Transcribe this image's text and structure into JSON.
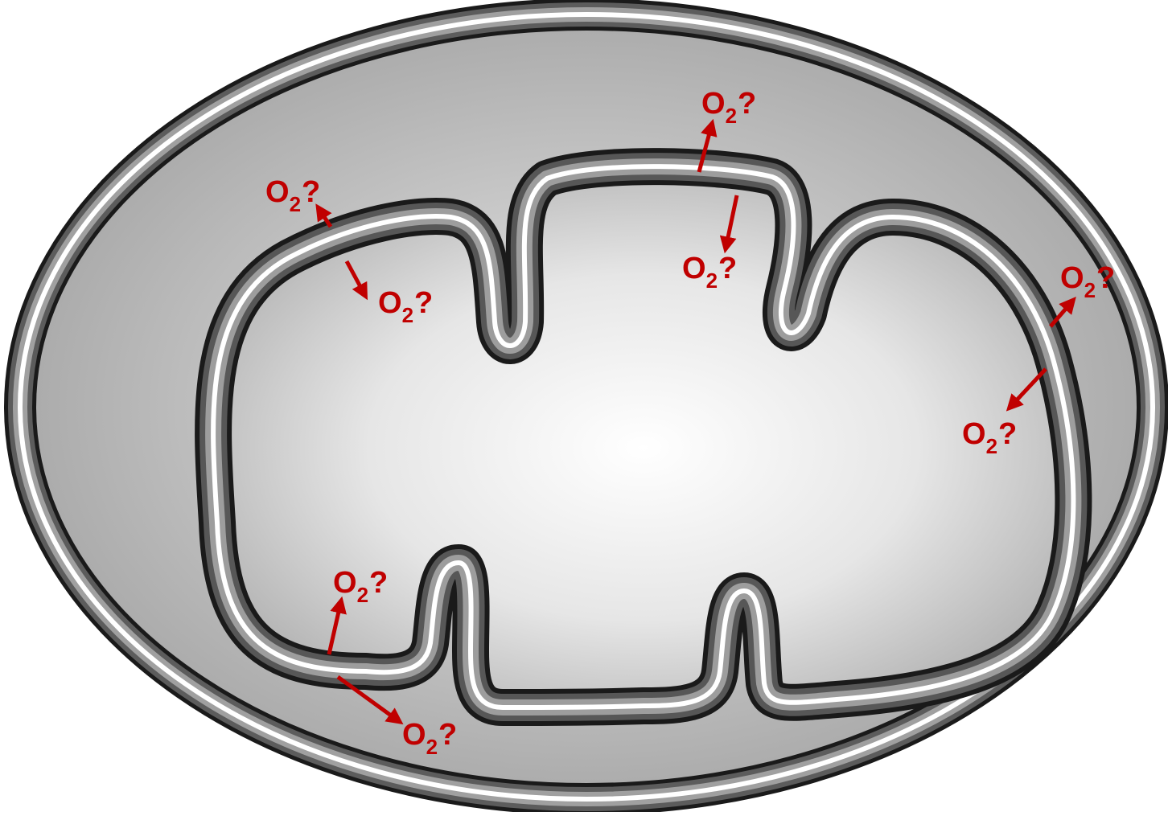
{
  "colors": {
    "annotation": "#c00000",
    "membrane_dark": "#1a1a1a",
    "membrane_mid": "#8a8a8a",
    "membrane_light": "#ffffff",
    "fill_outer": "#a9a9a9",
    "fill_inner_center": "#ffffff"
  },
  "labels": [
    {
      "id": "o2-top-outer",
      "base": "O",
      "sub": "2",
      "suffix": "?"
    },
    {
      "id": "o2-top-inner",
      "base": "O",
      "sub": "2",
      "suffix": "?"
    },
    {
      "id": "o2-left-outer",
      "base": "O",
      "sub": "2",
      "suffix": "?"
    },
    {
      "id": "o2-left-inner",
      "base": "O",
      "sub": "2",
      "suffix": "?"
    },
    {
      "id": "o2-right-outer",
      "base": "O",
      "sub": "2",
      "suffix": "?"
    },
    {
      "id": "o2-right-inner",
      "base": "O",
      "sub": "2",
      "suffix": "?"
    },
    {
      "id": "o2-bottom-up",
      "base": "O",
      "sub": "2",
      "suffix": "?"
    },
    {
      "id": "o2-bottom-down",
      "base": "O",
      "sub": "2",
      "suffix": "?"
    }
  ]
}
